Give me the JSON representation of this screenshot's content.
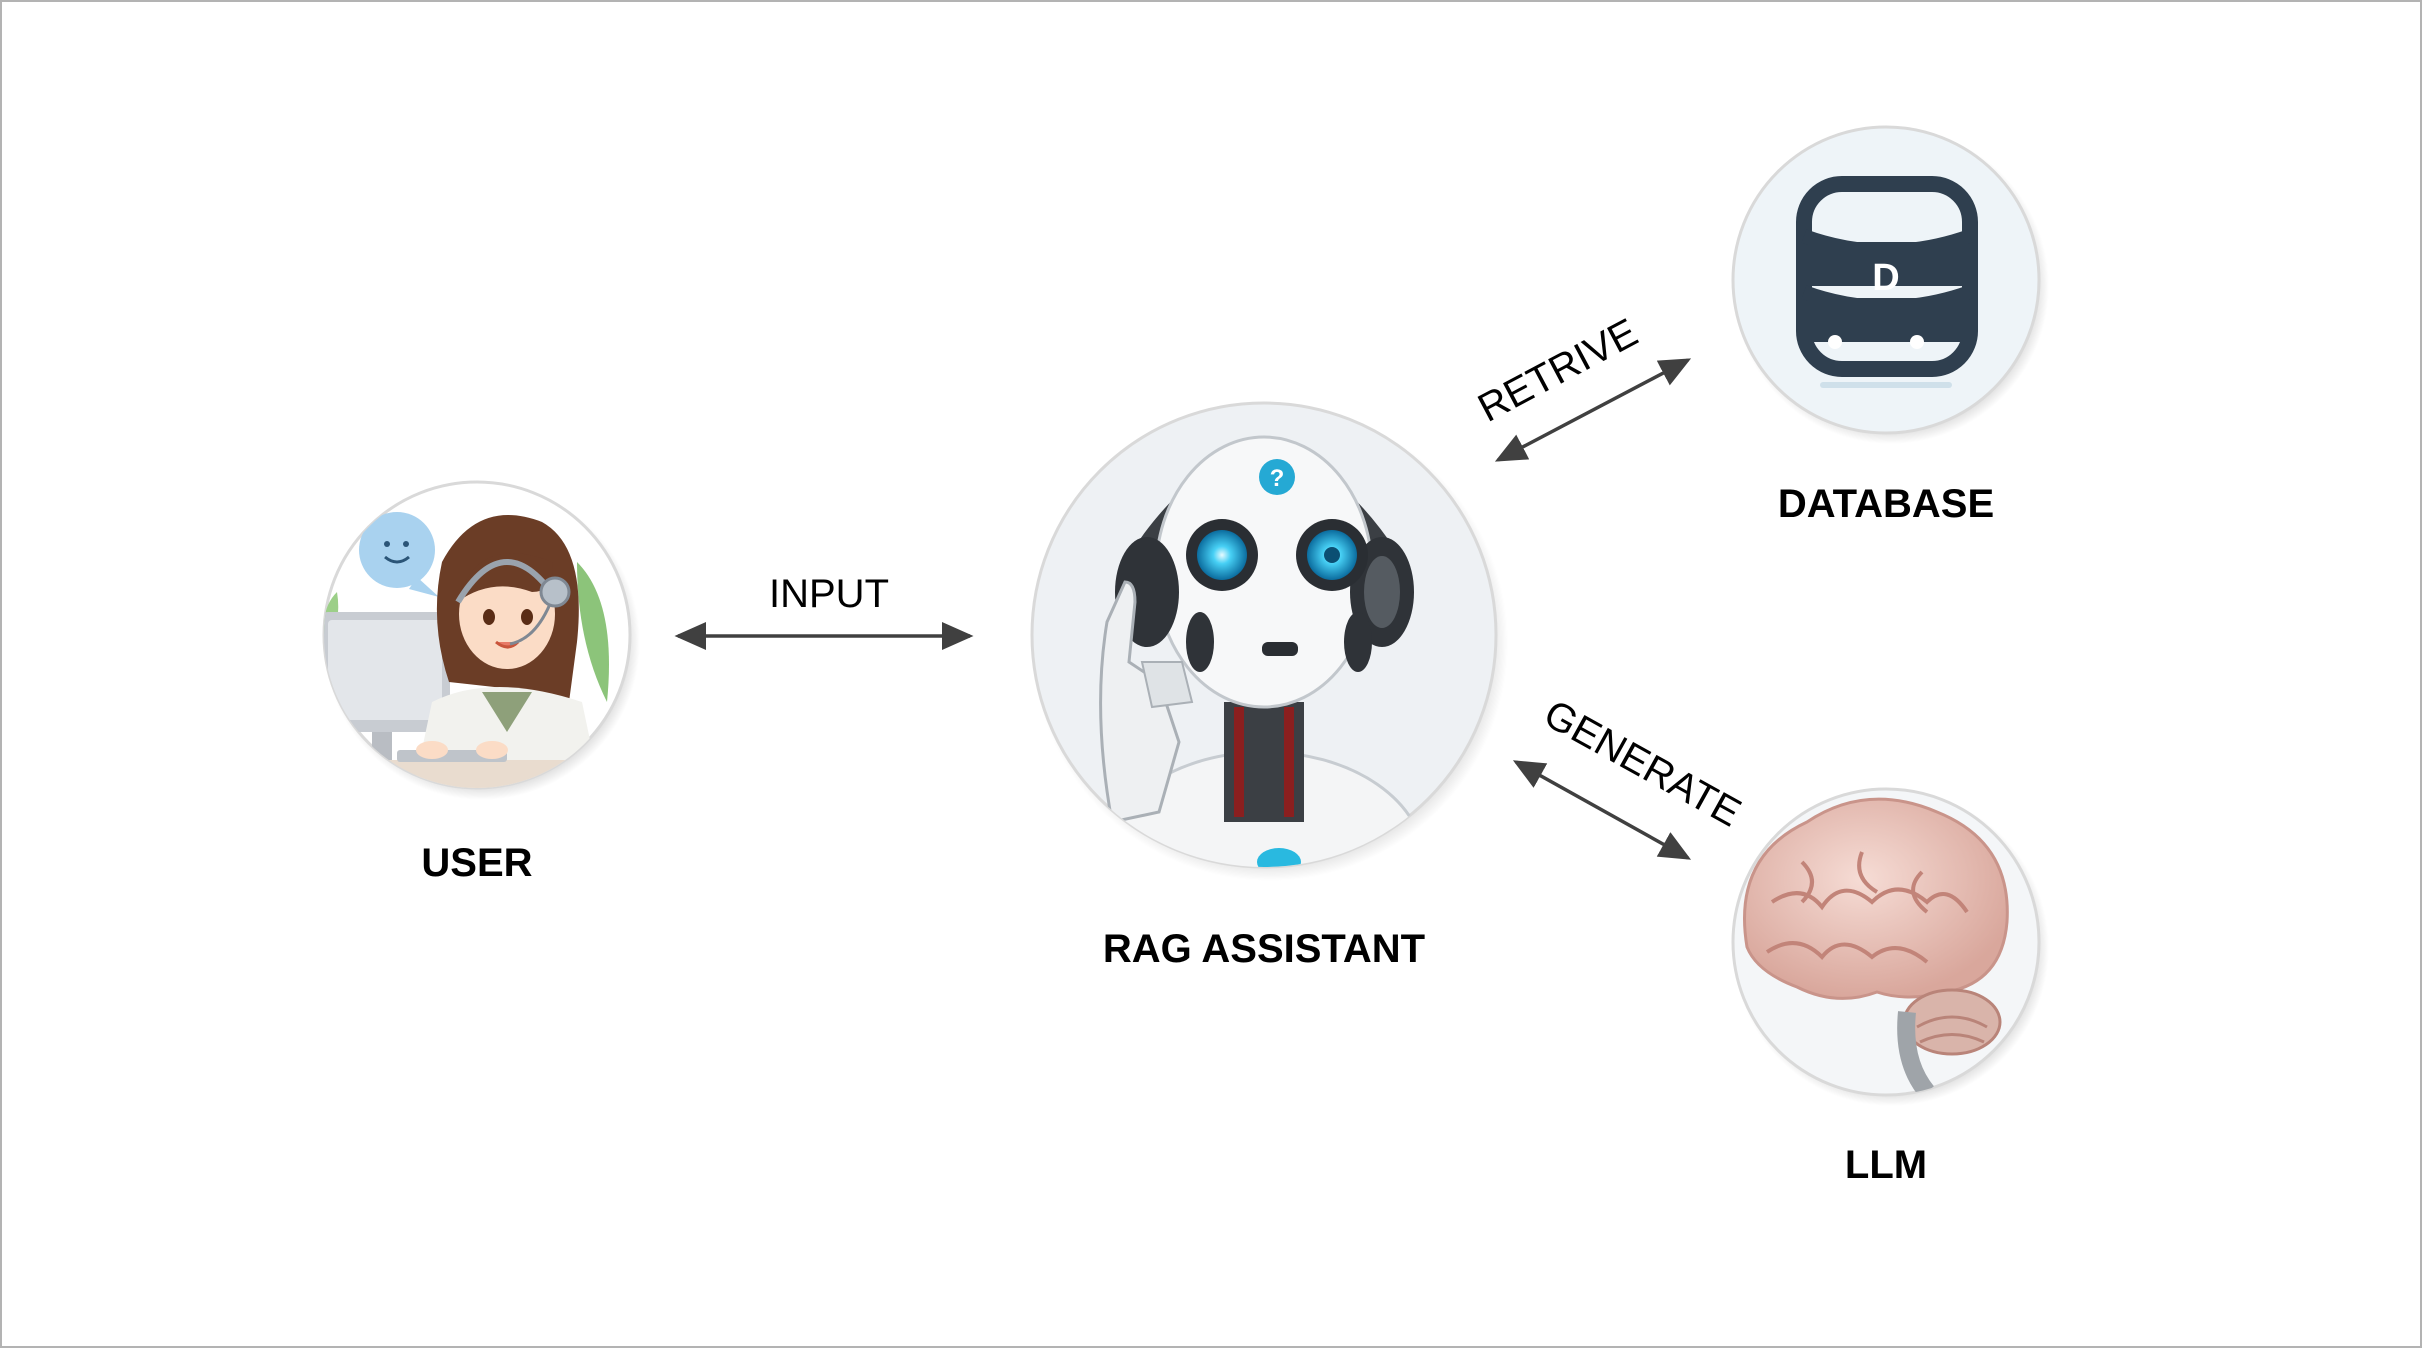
{
  "nodes": {
    "user": {
      "label": "USER",
      "icon": "user-with-headset-icon"
    },
    "assistant": {
      "label": "RAG ASSISTANT",
      "icon": "robot-icon"
    },
    "database": {
      "label": "DATABASE",
      "icon": "database-icon"
    },
    "llm": {
      "label": "LLM",
      "icon": "brain-icon"
    }
  },
  "edges": {
    "input": {
      "label": "INPUT",
      "from": "USER",
      "to": "RAG ASSISTANT",
      "bidirectional": true
    },
    "retrieve": {
      "label": "RETRIVE",
      "from": "RAG ASSISTANT",
      "to": "DATABASE",
      "bidirectional": true
    },
    "generate": {
      "label": "GENERATE",
      "from": "RAG ASSISTANT",
      "to": "LLM",
      "bidirectional": true
    }
  },
  "colors": {
    "arrow": "#404040",
    "circle_border": "#d9d9d9",
    "slide_border": "#b3b3b3",
    "robot_eye": "#2fb8e6",
    "database_icon": "#2f3f4f",
    "brain": "#e9c4bc"
  }
}
